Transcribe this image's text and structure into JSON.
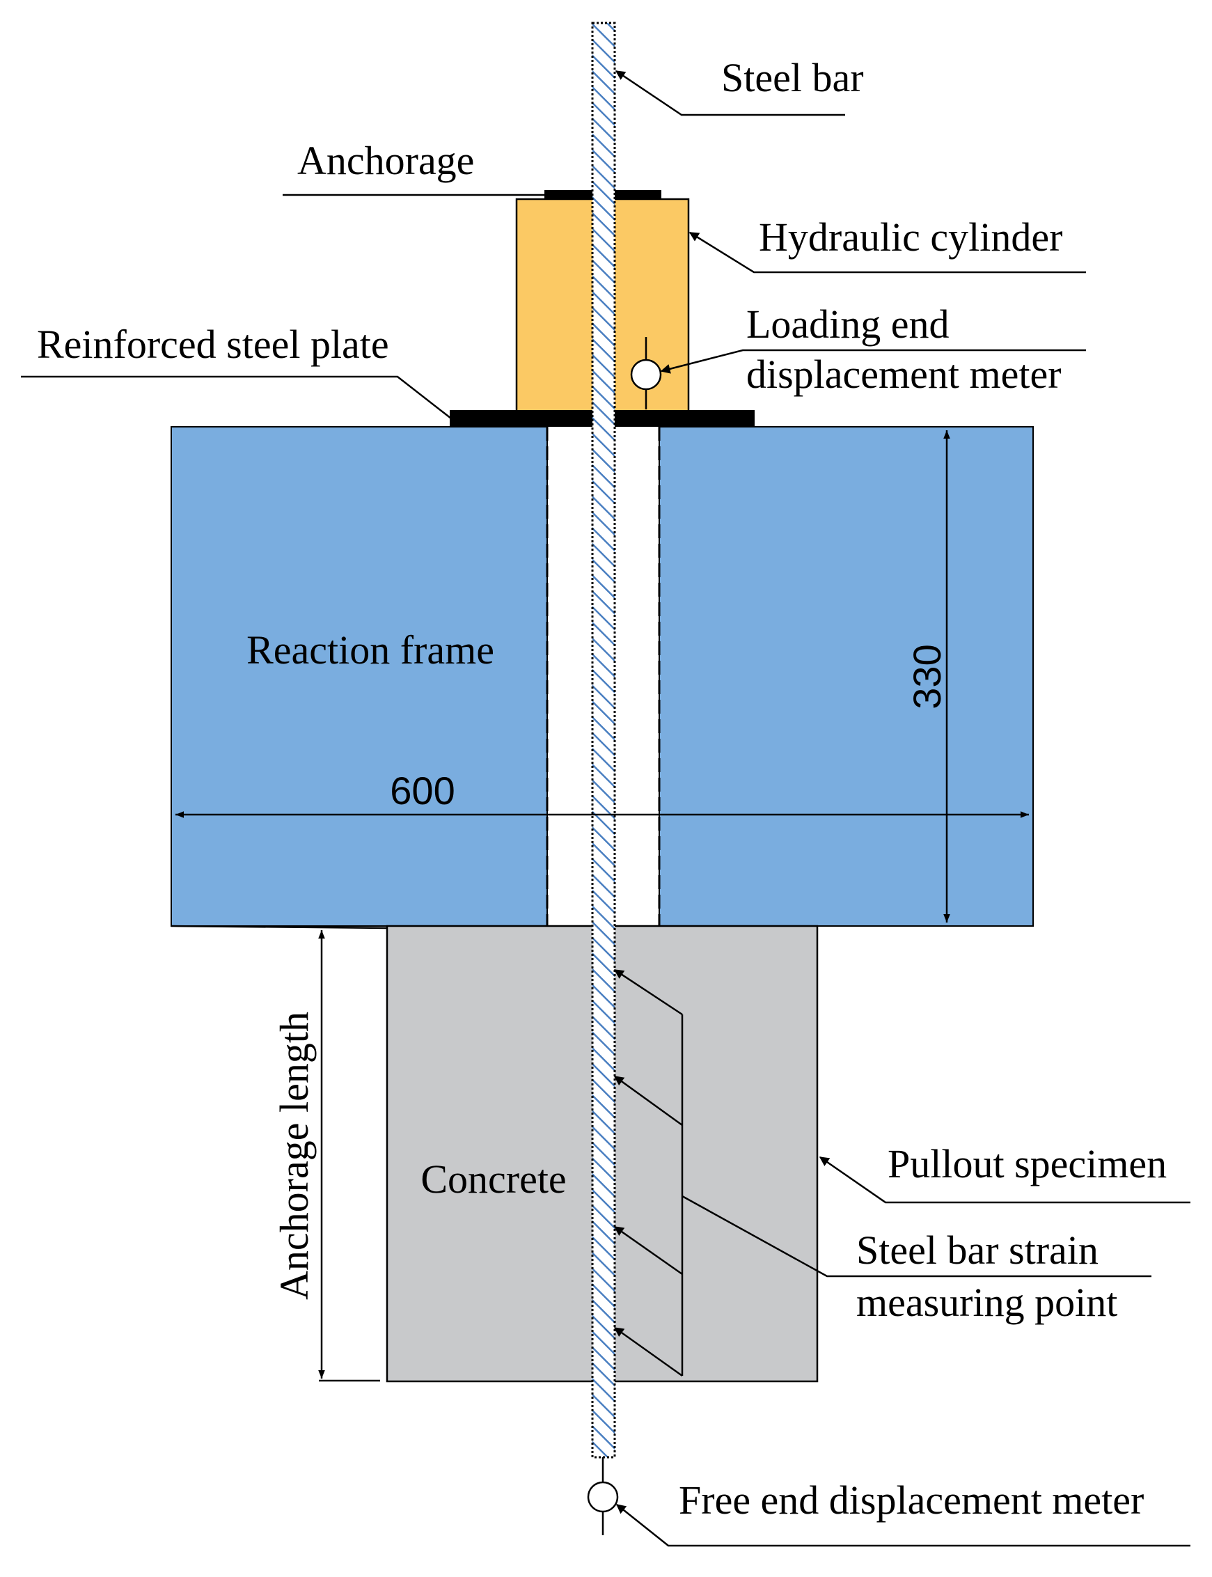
{
  "labels": {
    "steel_bar": "Steel bar",
    "anchorage": "Anchorage",
    "hydraulic_cylinder": "Hydraulic cylinder",
    "loading_end_line1": "Loading end",
    "loading_end_line2": "displacement meter",
    "reinforced_steel_plate": "Reinforced steel plate",
    "reaction_frame": "Reaction frame",
    "concrete": "Concrete",
    "pullout_specimen": "Pullout specimen",
    "strain_point_line1": "Steel bar strain",
    "strain_point_line2": "measuring point",
    "free_end_meter": "Free end displacement meter",
    "anchorage_length": "Anchorage length"
  },
  "dimensions": {
    "frame_width": "600",
    "frame_height": "330"
  },
  "colors": {
    "reaction_frame": "#7aaddf",
    "hydraulic_cylinder": "#fbc964",
    "concrete": "#c8c9cb",
    "steel_plate": "#000000",
    "steel_bar_hatch": "#4a7fc1"
  }
}
